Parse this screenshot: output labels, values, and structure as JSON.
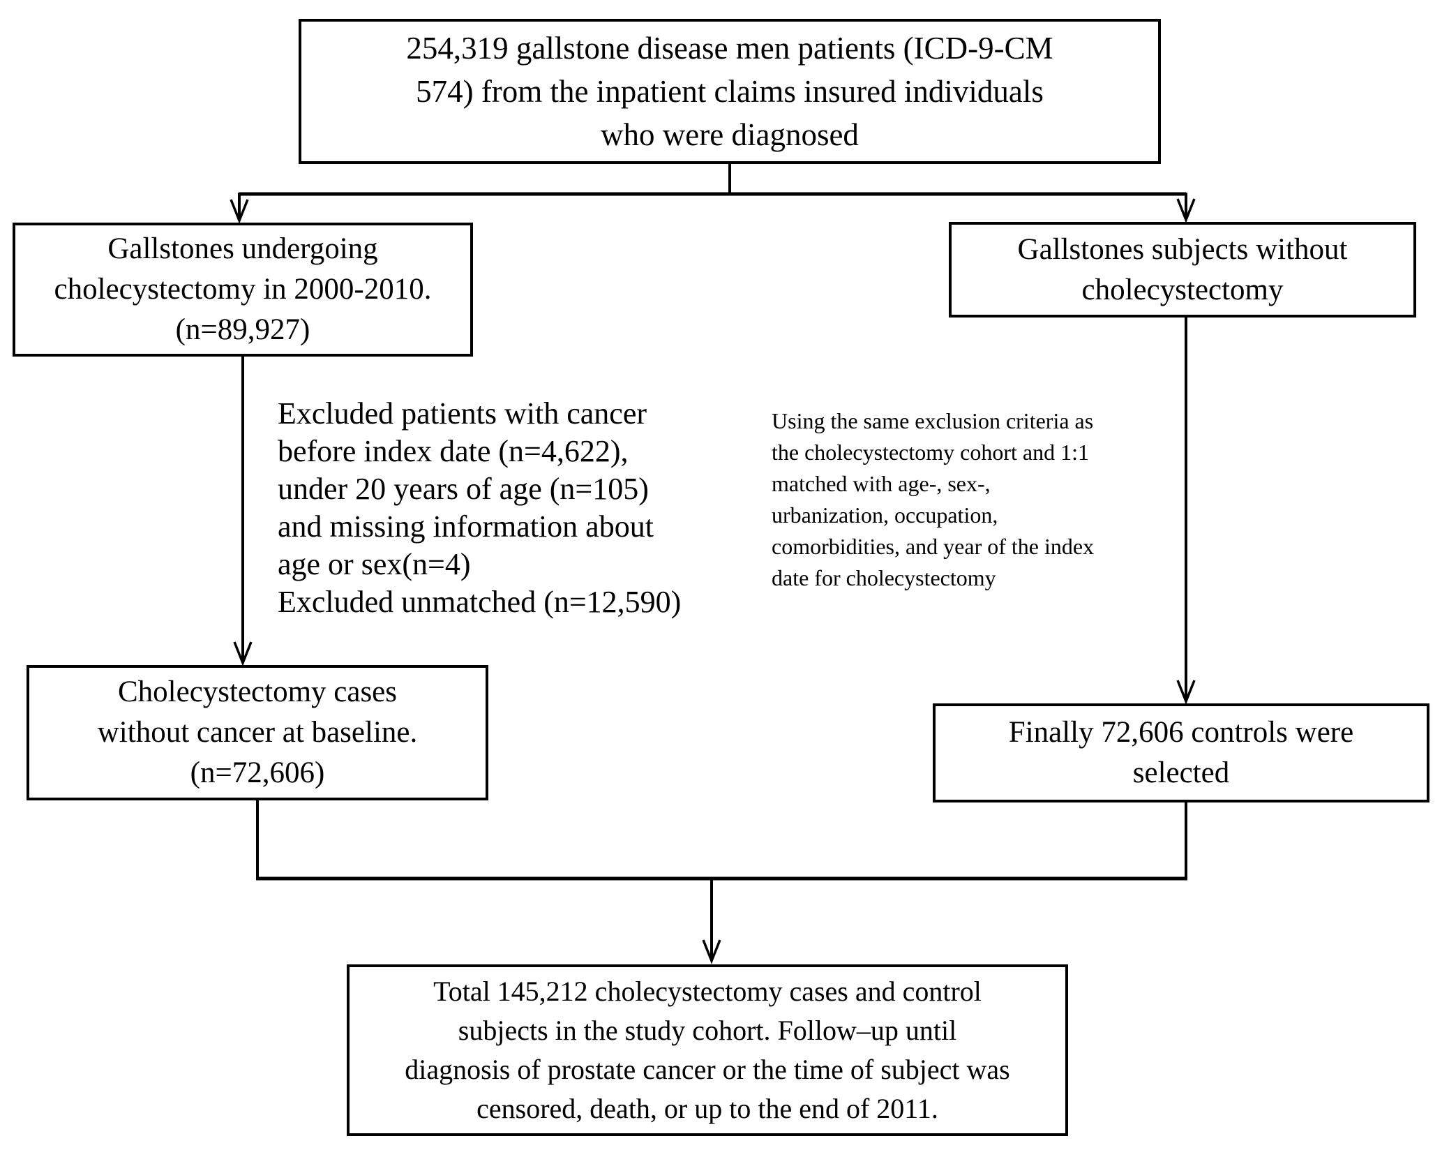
{
  "diagram": {
    "kind": "study-cohort-flowchart",
    "colors": {
      "line": "#000000",
      "text": "#000000",
      "background": "#ffffff"
    },
    "boxes": {
      "source": {
        "lines": [
          "254,319 gallstone disease men patients (ICD-9-CM",
          "574) from the inpatient claims insured individuals",
          "who were diagnosed"
        ]
      },
      "cholecystectomy": {
        "lines": [
          "Gallstones undergoing",
          "cholecystectomy in 2000-2010.",
          "(n=89,927)"
        ]
      },
      "no_cholecystectomy": {
        "lines": [
          "Gallstones subjects without",
          "cholecystectomy"
        ]
      },
      "exclusion_note": {
        "lines": [
          "Excluded patients with cancer",
          "before index date (n=4,622),",
          "under 20 years of age (n=105)",
          "and missing information about",
          "age or sex(n=4)",
          "Excluded unmatched (n=12,590)"
        ]
      },
      "matching_note": {
        "lines": [
          "Using the same exclusion criteria as",
          "the cholecystectomy cohort and 1:1",
          "matched with age-, sex-,",
          "urbanization, occupation,",
          "comorbidities, and year of the index",
          "date for cholecystectomy"
        ]
      },
      "cases": {
        "lines": [
          "Cholecystectomy cases",
          "without cancer at baseline.",
          "(n=72,606)"
        ]
      },
      "controls": {
        "lines": [
          "Finally 72,606 controls were",
          "selected"
        ]
      },
      "total": {
        "lines": [
          "Total 145,212 cholecystectomy cases and control",
          "subjects in the study cohort. Follow–up until",
          "diagnosis of prostate cancer or the time of subject was",
          "censored, death, or up to the end of 2011."
        ]
      }
    }
  }
}
